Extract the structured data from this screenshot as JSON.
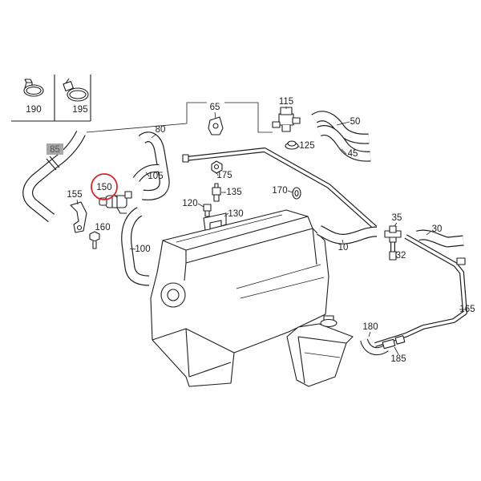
{
  "diagram": {
    "ring_color": "#d5282e",
    "tag_color": "#a7a7a7",
    "line_color": "#1e1e1e"
  },
  "inset": {
    "labels": [
      "190",
      "195"
    ]
  },
  "highlighted_part": {
    "label": "150"
  },
  "shaded_part": {
    "label": "85"
  },
  "callouts": [
    "65",
    "115",
    "50",
    "80",
    "125",
    "45",
    "105",
    "175",
    "155",
    "135",
    "170",
    "120",
    "130",
    "160",
    "35",
    "30",
    "100",
    "10",
    "32",
    "165",
    "180",
    "185"
  ]
}
